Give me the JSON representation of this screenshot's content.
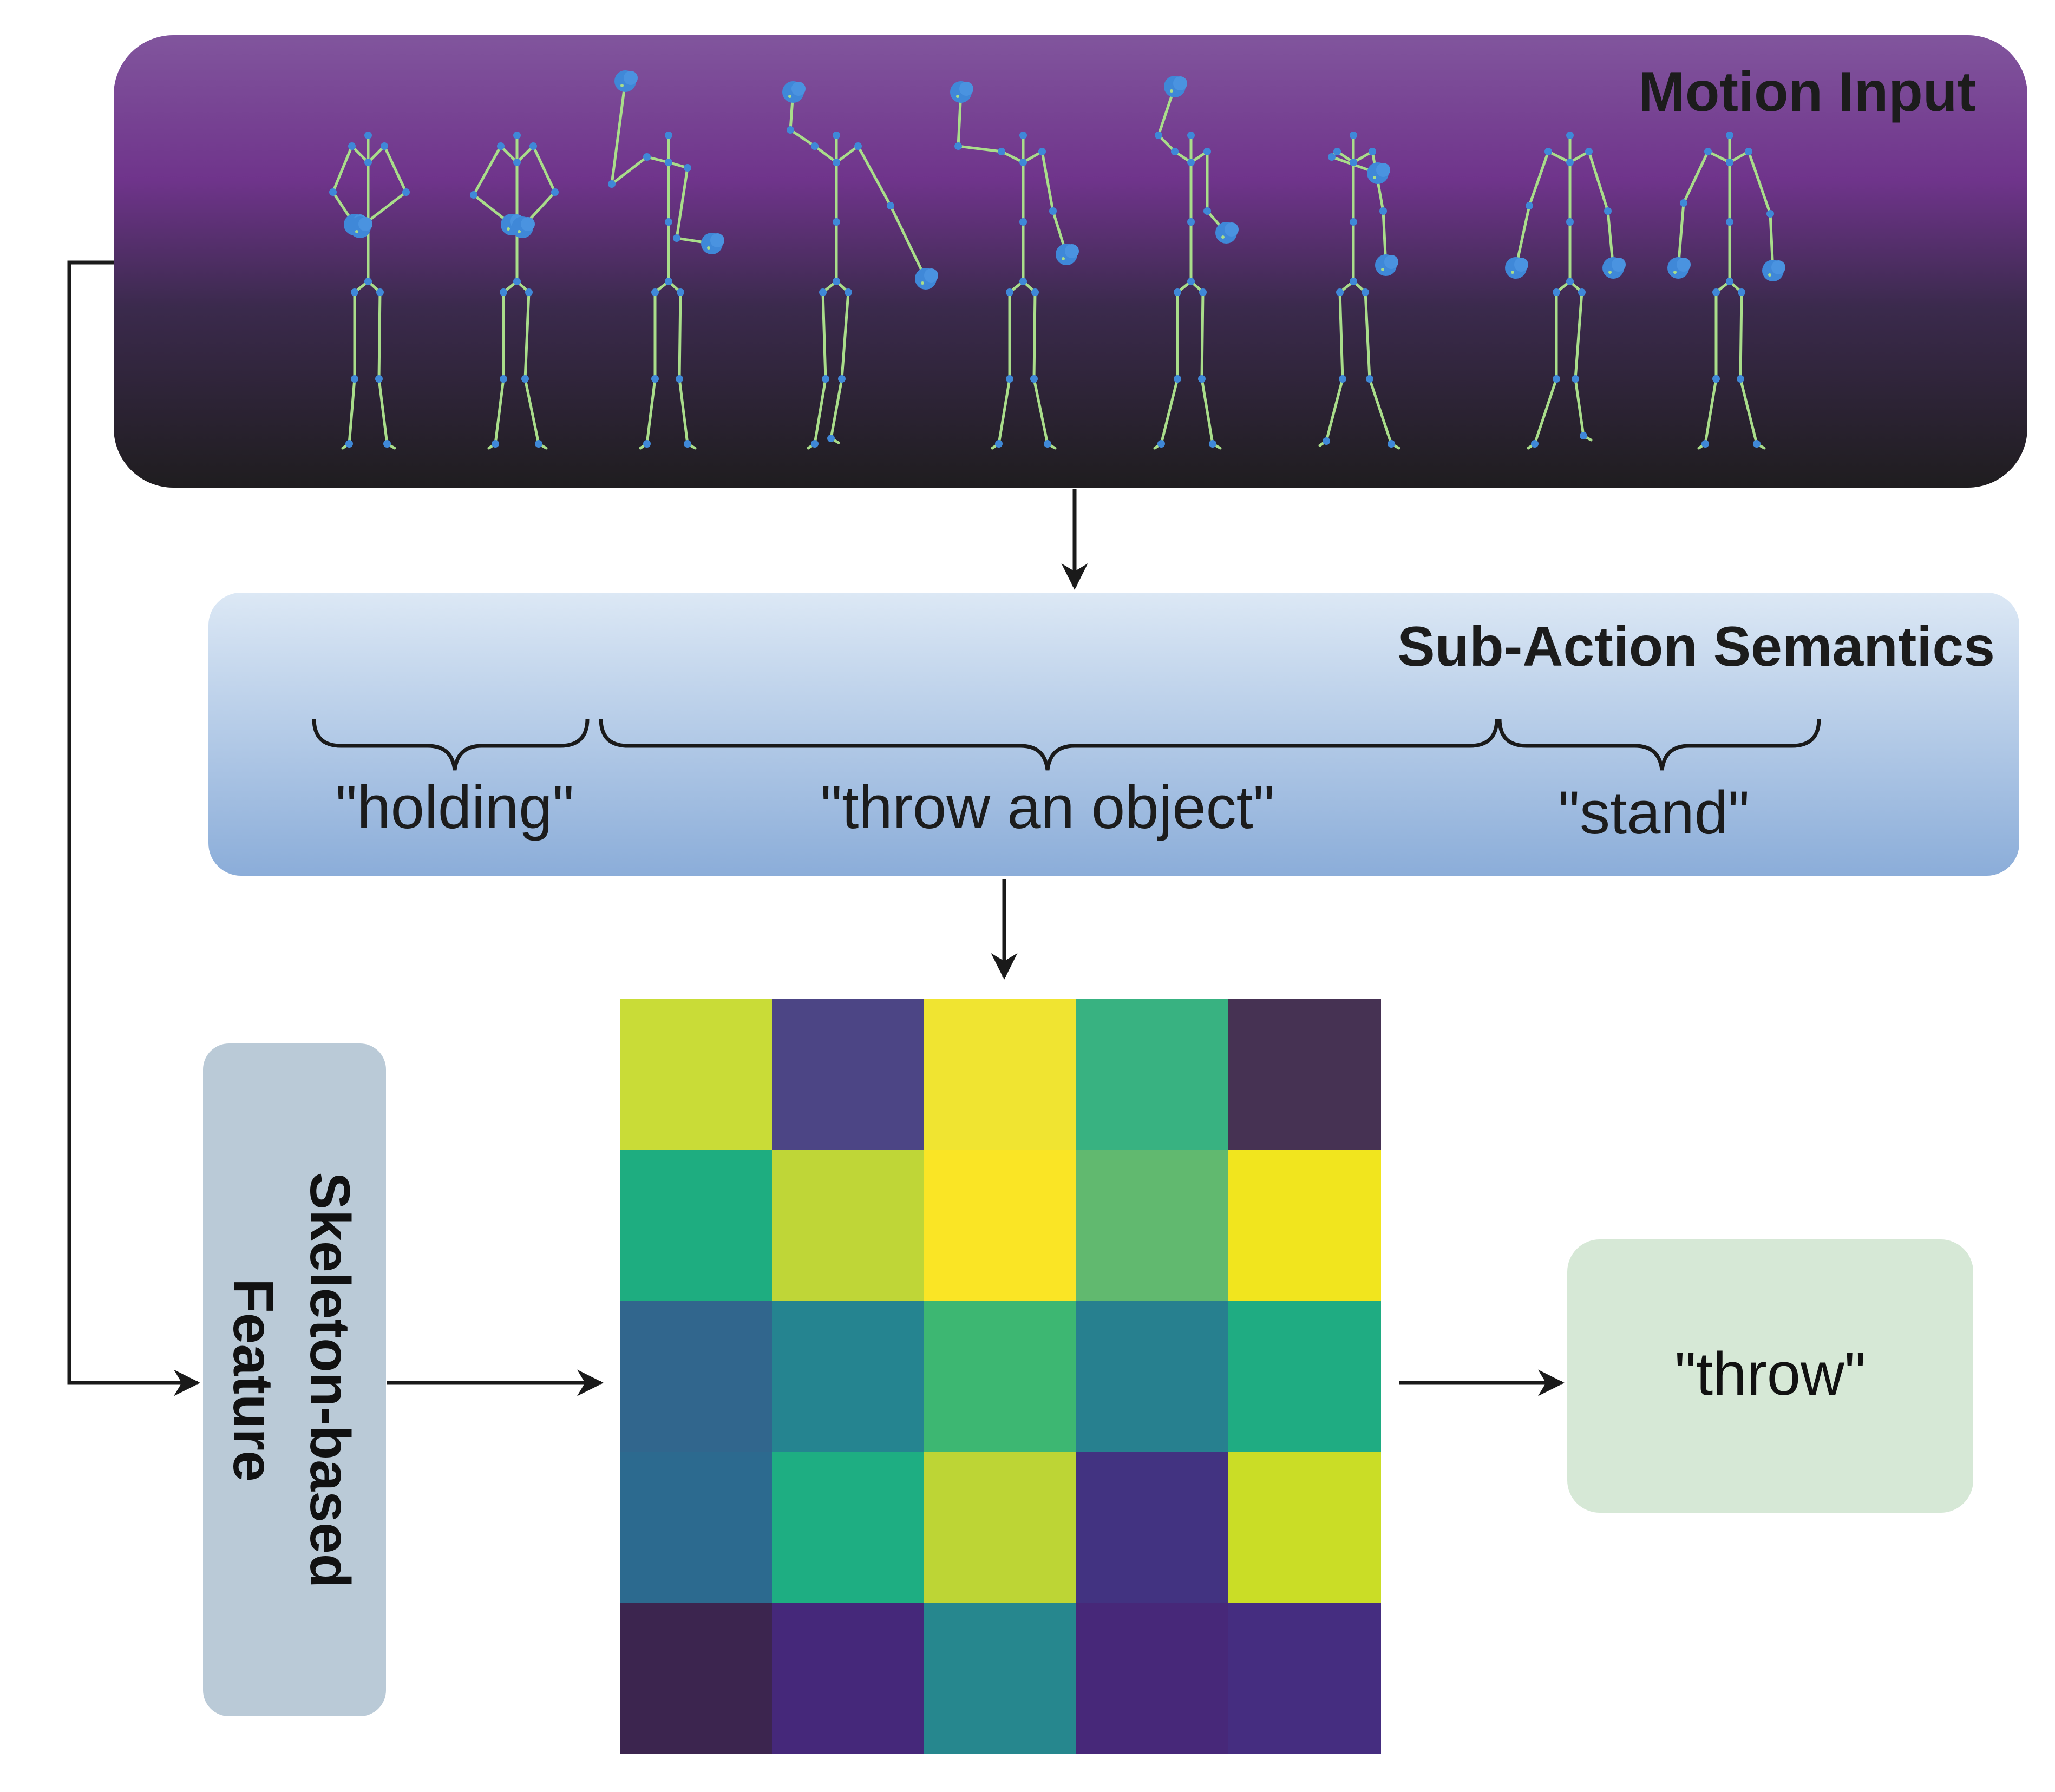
{
  "motion_input": {
    "title": "Motion Input",
    "skeleton_icon": "skeleton-figure-icon",
    "skeleton_count": 9
  },
  "sub_action": {
    "title": "Sub-Action Semantics",
    "segments": [
      {
        "label": "\"holding\""
      },
      {
        "label": "\"throw an object\""
      },
      {
        "label": "\"stand\""
      }
    ]
  },
  "skeleton_feature": {
    "label_line1": "Skeleton-based",
    "label_line2": "Feature"
  },
  "output": {
    "label": "\"throw\""
  },
  "heatmap": {
    "colormap": "viridis",
    "rows": 5,
    "cols": 5,
    "cells": [
      [
        "#c9dc37",
        "#4c4585",
        "#f0e431",
        "#38b281",
        "#463253"
      ],
      [
        "#1ead80",
        "#bfd637",
        "#fae525",
        "#61b96f",
        "#f1e51e"
      ],
      [
        "#31668d",
        "#258490",
        "#3db772",
        "#27808f",
        "#1fac82"
      ],
      [
        "#2c6a8f",
        "#1eae82",
        "#bdd535",
        "#423381",
        "#cadd26"
      ],
      [
        "#3c254f",
        "#45287a",
        "#26878e",
        "#472879",
        "#452d80"
      ]
    ]
  },
  "colors": {
    "motion_top": "#81559d",
    "motion_bottom": "#1f1d1f",
    "sub_action_top": "#dce8f5",
    "sub_action_bottom": "#8badd9",
    "skeleton_feature_bg": "#bacad7",
    "output_bg": "#d6e8d6",
    "skeleton_bone": "#a9dd8a",
    "skeleton_joint": "#3f88d8",
    "arrow": "#1a1a1a"
  }
}
